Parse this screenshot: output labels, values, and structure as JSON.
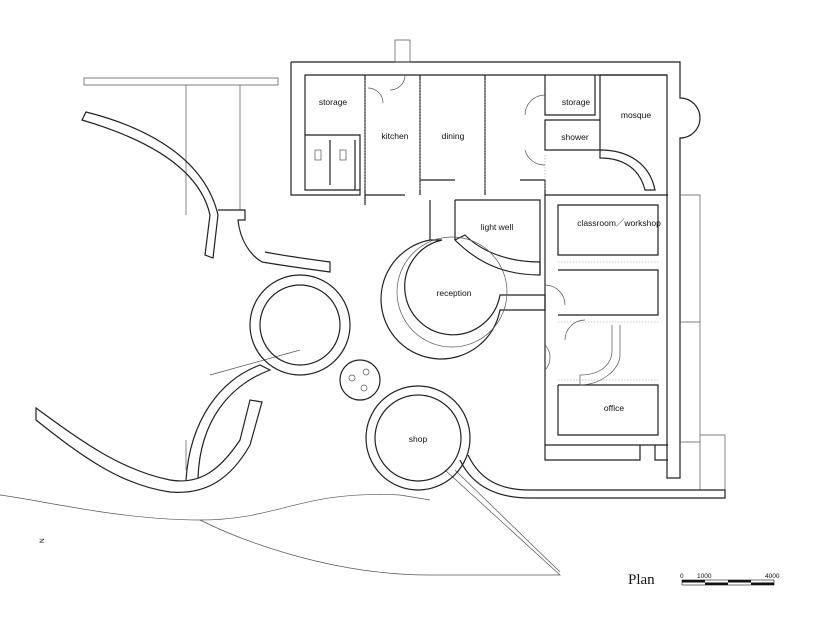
{
  "title": "Plan",
  "north_label": "N",
  "rooms": {
    "storage_west": "storage",
    "kitchen": "kitchen",
    "dining": "dining",
    "storage_east": "storage",
    "mosque": "mosque",
    "shower": "shower",
    "light_well": "light well",
    "classroom": "classroom／workshop",
    "reception": "reception",
    "office": "office",
    "shop": "shop"
  },
  "scale_bar": {
    "start": "0",
    "mid": "1000",
    "end": "4000"
  }
}
